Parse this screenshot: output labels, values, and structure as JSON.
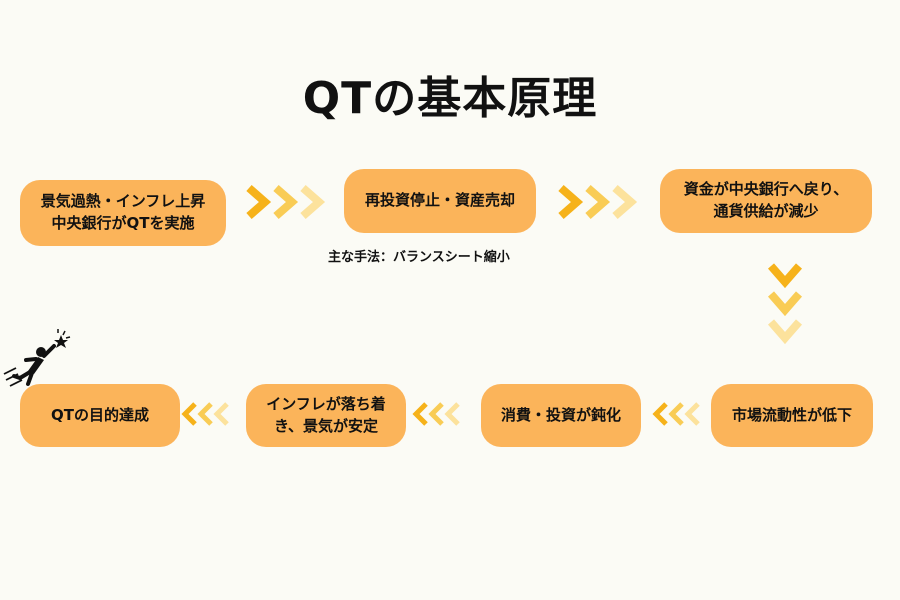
{
  "title": "QTの基本原理",
  "steps": [
    {
      "label": "景気過熱・インフレ上昇\n中央銀行がQTを実施"
    },
    {
      "label": "再投資停止・資産売却"
    },
    {
      "label": "資金が中央銀行へ戻り、\n通貨供給が減少"
    },
    {
      "label": "市場流動性が低下"
    },
    {
      "label": "消費・投資が鈍化"
    },
    {
      "label": "インフレが落ち着\nき、景気が安定"
    },
    {
      "label": "QTの目的達成"
    }
  ],
  "note": "主な手法：バランスシート縮小",
  "colors": {
    "box": "#fbb45a",
    "arrow_dark": "#f6b21a",
    "arrow_mid": "#f9cc55",
    "arrow_light": "#fce29c",
    "background": "#fbfbf5"
  },
  "icons": [
    "runner-reaching-star-icon"
  ]
}
